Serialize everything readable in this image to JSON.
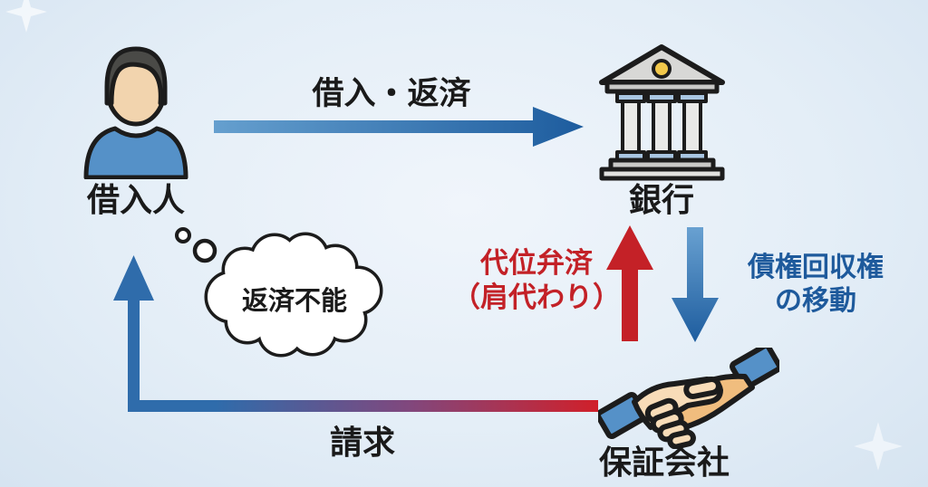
{
  "diagram": {
    "nodes": {
      "borrower": {
        "label": "借入人"
      },
      "bank": {
        "label": "銀行"
      },
      "guarantor": {
        "label": "保証会社"
      }
    },
    "edges": {
      "borrow_repay": {
        "label": "借入・返済",
        "from": "borrower",
        "to": "bank",
        "style": "blue-gradient-right"
      },
      "subrogation": {
        "line1": "代位弁済",
        "line2": "（肩代わり）",
        "from": "guarantor",
        "to": "bank",
        "style": "red-up"
      },
      "collection_right_transfer": {
        "line1": "債権回収権",
        "line2": "の移動",
        "from": "bank",
        "to": "guarantor",
        "style": "blue-down"
      },
      "claim": {
        "label": "請求",
        "from": "guarantor",
        "to": "borrower",
        "style": "red-to-blue-L"
      }
    },
    "thought_bubble": {
      "label": "返済不能",
      "attached_to": "borrower"
    }
  },
  "colors": {
    "background_center": "#f0f5fb",
    "background_edge": "#d6e4f1",
    "arrow_blue_light": "#66a0cf",
    "arrow_blue_dark": "#1d5c9e",
    "arrow_red": "#c42127",
    "text_red": "#c32127",
    "text_blue": "#1e5a9c",
    "text_black": "#1a1a1a",
    "outline_black": "#1c1c1c",
    "shirt_blue": "#5591c8",
    "skin": "#f2d4ae",
    "hair": "#4a4a47",
    "bank_gray": "#d8d8d6",
    "bank_accent_blue": "#a9c6e2",
    "bank_gold": "#f2c84b"
  },
  "icons": {
    "borrower": "person-icon",
    "bank": "bank-icon",
    "guarantor": "handshake-icon",
    "thought": "thought-cloud-icon",
    "decoration": "sparkle-icon"
  }
}
